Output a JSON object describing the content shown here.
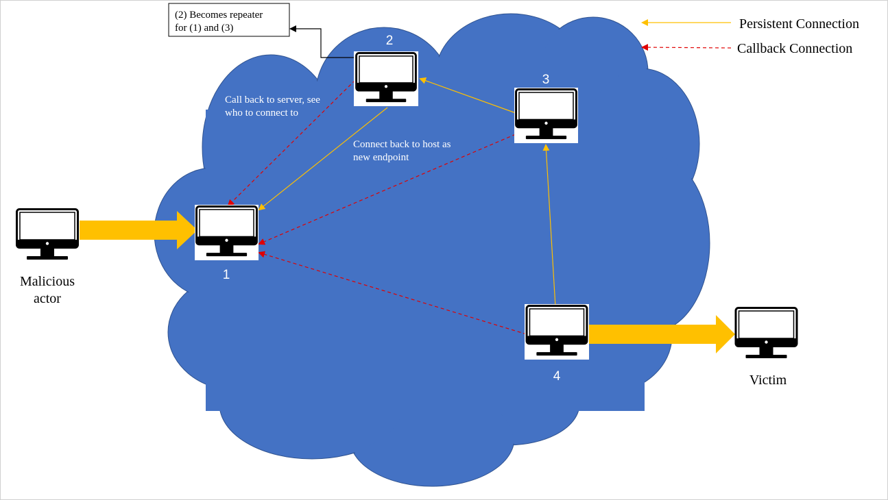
{
  "diagram": {
    "legend": {
      "persistent_label": "Persistent Connection",
      "callback_label": "Callback Connection"
    },
    "colors": {
      "cloud": "#4472c4",
      "cloud_border": "#2f528f",
      "persistent": "#ffc000",
      "callback": "#e00000",
      "monitor": "#000000",
      "node_bg": "#ffffff",
      "canvas_border": "#cfcfcf"
    },
    "nodes": {
      "n1": {
        "label": "1",
        "icon": "monitor-icon"
      },
      "n2": {
        "label": "2",
        "icon": "monitor-icon"
      },
      "n3": {
        "label": "3",
        "icon": "monitor-icon"
      },
      "n4": {
        "label": "4",
        "icon": "monitor-icon"
      },
      "actor": {
        "label_line1": "Malicious",
        "label_line2": "actor",
        "icon": "monitor-icon"
      },
      "victim": {
        "label": "Victim",
        "icon": "monitor-icon"
      }
    },
    "annotations": {
      "repeater_line1": "(2) Becomes repeater",
      "repeater_line2": "for (1) and (3)",
      "callback_line1": "Call back to server, see",
      "callback_line2": "who to connect to",
      "connect_line1": "Connect back to host as",
      "connect_line2": "new endpoint"
    }
  }
}
